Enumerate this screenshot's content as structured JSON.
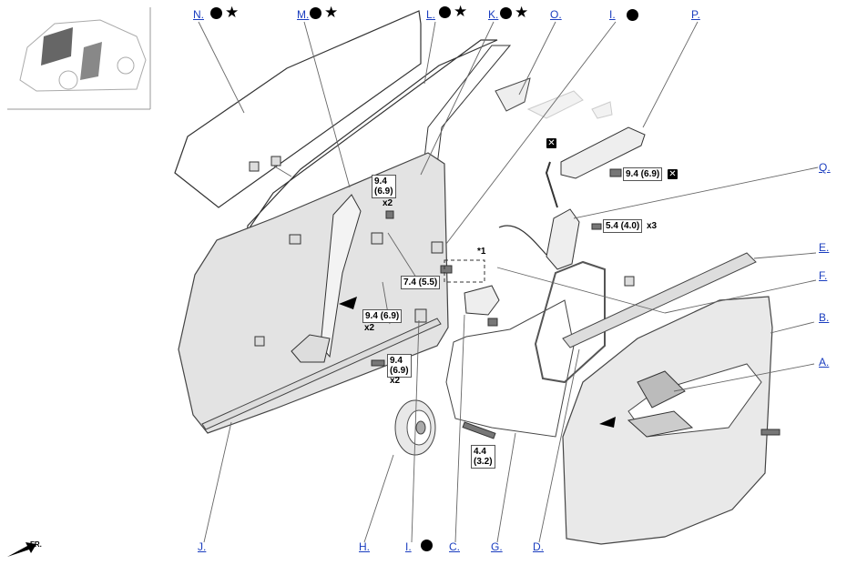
{
  "callouts": {
    "N": "N.",
    "M": "M.",
    "L": "L.",
    "K": "K.",
    "O": "O.",
    "I_top": "I.",
    "P": "P.",
    "Q": "Q.",
    "E": "E.",
    "F": "F.",
    "B": "B.",
    "A": "A.",
    "J": "J.",
    "H": "H.",
    "I_bottom": "I.",
    "C": "C.",
    "G": "G.",
    "D": "D."
  },
  "torque": {
    "t1": "9.4\n(6.9)",
    "t1_qty": "x2",
    "t2": "9.4 (6.9)",
    "t2_qty": "x2",
    "t3": "9.4\n(6.9)",
    "t3_qty": "x2",
    "t4": "7.4 (5.5)",
    "t5": "4.4\n(3.2)",
    "t6": "9.4 (6.9)",
    "t7": "5.4 (4.0)",
    "t7_qty": "x3"
  },
  "note_star1": "*1",
  "front_label": "FR.",
  "symbols": {
    "dot": "●",
    "star": "★",
    "x": "✕"
  }
}
